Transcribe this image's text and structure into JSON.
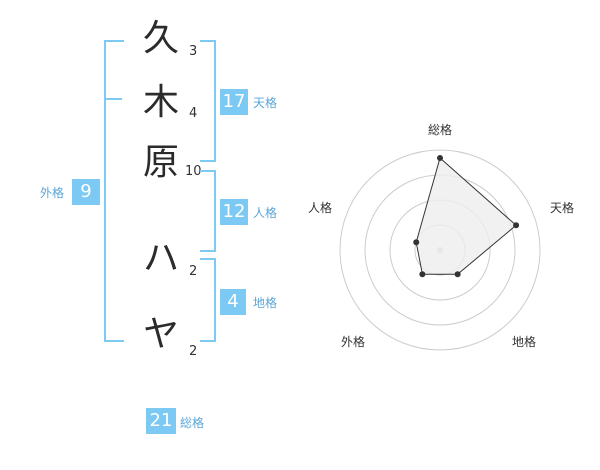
{
  "surname": [
    {
      "char": "久",
      "strokes": "3"
    },
    {
      "char": "木",
      "strokes": "4"
    },
    {
      "char": "原",
      "strokes": "10"
    }
  ],
  "given": [
    {
      "char": "ハ",
      "strokes": "2"
    },
    {
      "char": "ヤ",
      "strokes": "2"
    }
  ],
  "fortunes": {
    "tenkaku": {
      "label": "天格",
      "value": "17"
    },
    "jinkaku": {
      "label": "人格",
      "value": "12"
    },
    "chikaku": {
      "label": "地格",
      "value": "4"
    },
    "gaikaku": {
      "label": "外格",
      "value": "9"
    },
    "soukaku": {
      "label": "総格",
      "value": "21"
    }
  },
  "radar": {
    "axes": [
      "総格",
      "天格",
      "地格",
      "外格",
      "人格"
    ],
    "values": [
      0.92,
      0.8,
      0.3,
      0.3,
      0.25
    ],
    "rings": 4,
    "line_color": "#333333",
    "fill_color": "#eeeeee",
    "ring_color": "#cccccc"
  },
  "colors": {
    "accent": "#7cc9f4"
  }
}
